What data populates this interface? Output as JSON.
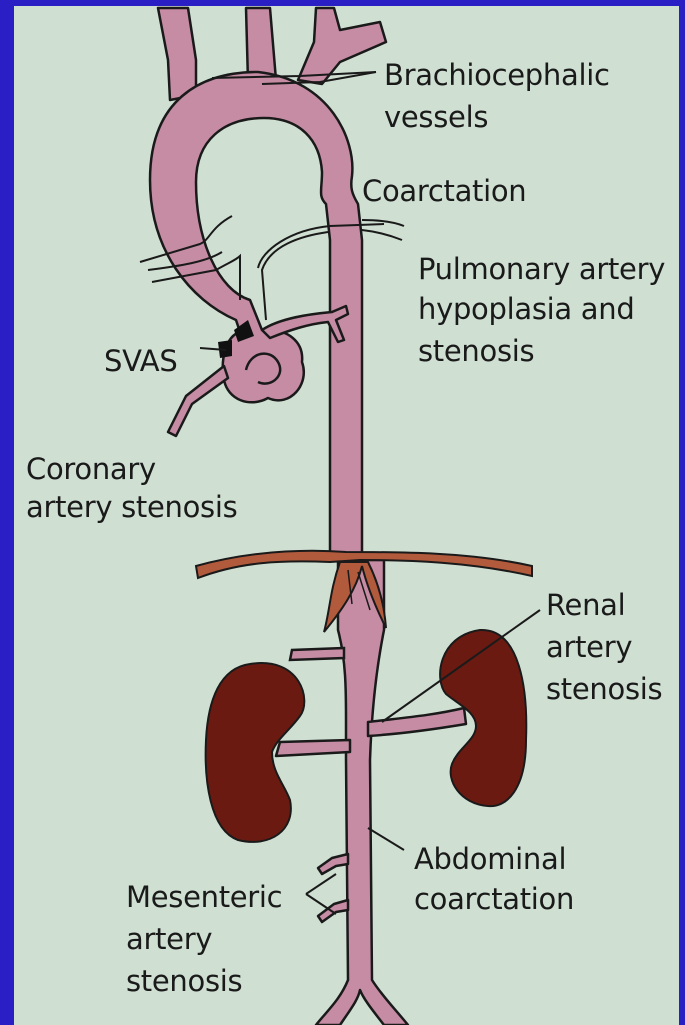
{
  "labels": {
    "brachiocephalic": "Brachiocephalic",
    "vessels": "vessels",
    "coarctation": "Coarctation",
    "pulmonary_l1": "Pulmonary artery",
    "pulmonary_l2": "hypoplasia and",
    "pulmonary_l3": "stenosis",
    "svas": "SVAS",
    "coronary_l1": "Coronary",
    "coronary_l2": "artery stenosis",
    "renal_l1": "Renal",
    "renal_l2": "artery",
    "renal_l3": "stenosis",
    "abdominal_l1": "Abdominal",
    "abdominal_l2": "coarctation",
    "mesenteric_l1": "Mesenteric",
    "mesenteric_l2": "artery",
    "mesenteric_l3": "stenosis"
  },
  "colors": {
    "frame": "#2a1fc4",
    "background": "#cfe0d3",
    "artery": "#c58ca4",
    "kidney": "#6b1a12",
    "diaphragm": "#b25a3c",
    "outline": "#1a1a1a"
  }
}
